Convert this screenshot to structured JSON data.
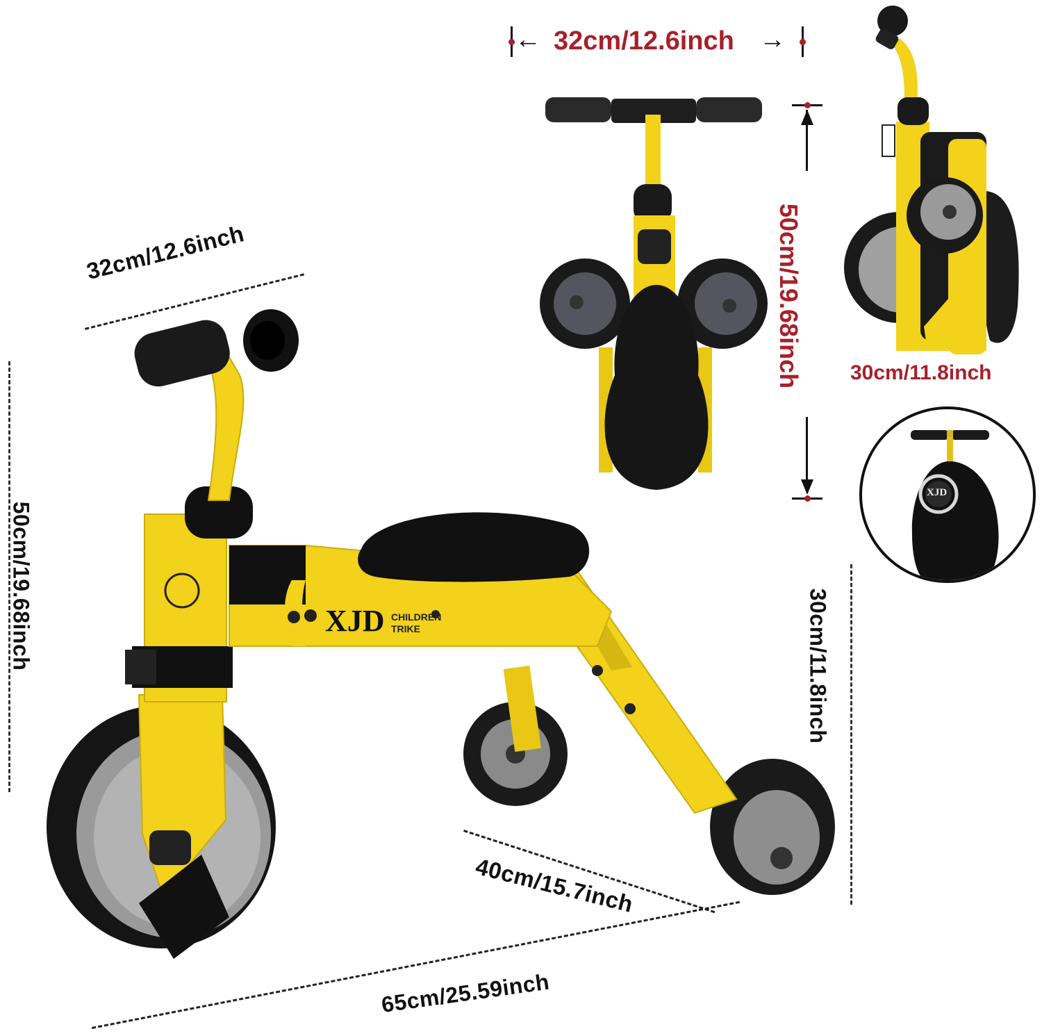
{
  "product": {
    "brand": "XJD",
    "model_line_1": "CHILDREN",
    "model_line_2": "TRIKE",
    "bag_logo": "XJD",
    "frame_color": "#f2d21a",
    "accent_color": "#a8202a"
  },
  "dimensions": {
    "main_view": {
      "handlebar_width": "32cm/12.6inch",
      "total_height": "50cm/19.68inch",
      "seat_height": "30cm/11.8inch",
      "rear_axle_width": "40cm/15.7inch",
      "total_length": "65cm/25.59inch"
    },
    "top_view": {
      "handlebar_width": "32cm/12.6inch",
      "folded_height": "50cm/19.68inch"
    },
    "folded_view": {
      "folded_width": "30cm/11.8inch"
    }
  },
  "icons": {
    "arrow_left": "←",
    "arrow_right": "→"
  }
}
